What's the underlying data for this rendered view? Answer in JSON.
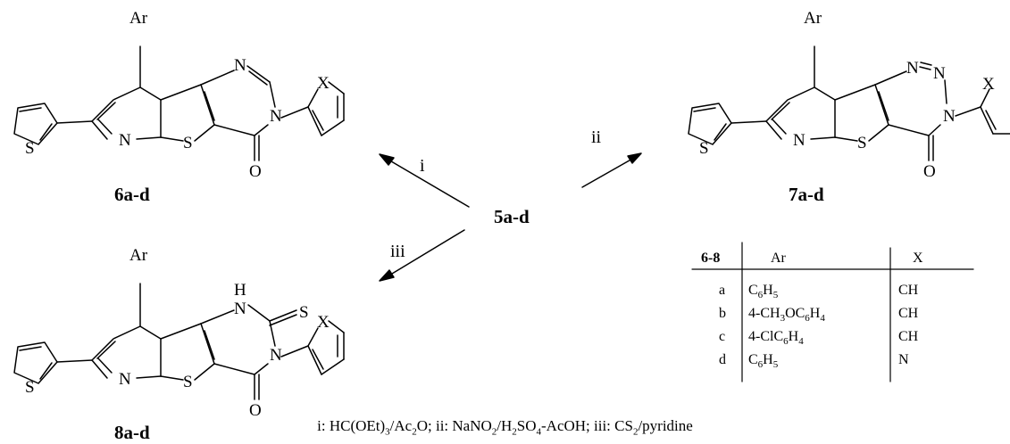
{
  "compounds": {
    "c6": {
      "label": "6a-d",
      "ar": "Ar",
      "n1": "N",
      "n2": "N",
      "s": "S",
      "thio": "S",
      "o": "O",
      "x": "X"
    },
    "c7": {
      "label": "7a-d",
      "ar": "Ar",
      "n1": "N",
      "n2": "N",
      "n3": "N",
      "n4": "N",
      "s": "S",
      "thio": "S",
      "o": "O",
      "x": "X"
    },
    "c8": {
      "label": "8a-d",
      "ar": "Ar",
      "h": "H",
      "n1": "N",
      "n2": "N",
      "n3": "N",
      "s": "S",
      "s2": "S",
      "thio": "S",
      "o": "O",
      "x": "X"
    },
    "start": {
      "label": "5a-d"
    }
  },
  "arrows": {
    "i": "i",
    "ii": "ii",
    "iii": "iii"
  },
  "table": {
    "headers": [
      "6-8",
      "Ar",
      "X"
    ],
    "rows": [
      {
        "id": "a",
        "ar_base": "C",
        "ar_sub1": "6",
        "ar_mid": "H",
        "ar_sub2": "5",
        "x": "CH"
      },
      {
        "id": "b",
        "ar_base": "4-CH",
        "ar_sub1": "3",
        "ar_mid": "OC",
        "ar_sub2": "6",
        "ar_tail": "H",
        "ar_sub3": "4",
        "x": "CH"
      },
      {
        "id": "c",
        "ar_base": "4-ClC",
        "ar_sub1": "6",
        "ar_mid": "H",
        "ar_sub2": "4",
        "x": "CH"
      },
      {
        "id": "d",
        "ar_base": "C",
        "ar_sub1": "6",
        "ar_mid": "H",
        "ar_sub2": "5",
        "x": "N"
      }
    ]
  },
  "conditions": {
    "i_text": "i: HC(OEt)",
    "i_sub": "3",
    "i_tail": "/Ac",
    "i_sub2": "2",
    "i_end": "O; ii: NaNO",
    "ii_sub": "2",
    "ii_mid": "/H",
    "ii_sub2": "2",
    "ii_mid2": "SO",
    "ii_sub3": "4",
    "ii_end": "-AcOH; iii: CS",
    "iii_sub": "2",
    "iii_end": "/pyridine"
  }
}
